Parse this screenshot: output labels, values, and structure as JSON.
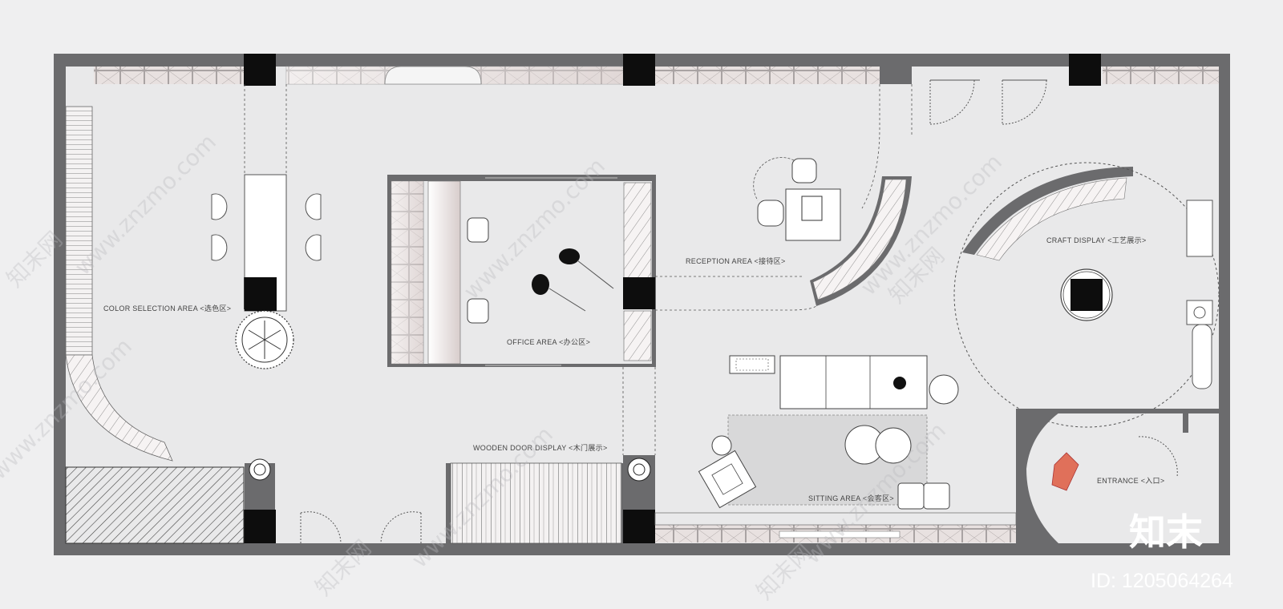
{
  "areas": {
    "color_selection": "COLOR SELECTION AREA <选色区>",
    "office": "OFFICE AREA <办公区>",
    "reception": "RECEPTION AREA <接待区>",
    "craft_display": "CRAFT DISPLAY <工艺展示>",
    "wooden_door": "WOODEN DOOR DISPLAY <木门展示>",
    "sitting": "SITTING AREA <会客区>",
    "entrance": "ENTRANCE <入口>"
  },
  "watermark": {
    "site": "www.znzmo.com",
    "brand_cn": "知末网",
    "logo": "知末",
    "id": "ID: 1205064264"
  },
  "colors": {
    "wall": "#6b6b6d",
    "floor": "#e9e9ea",
    "cabinet": "#d9d2d1",
    "accent": "#e0705a"
  }
}
